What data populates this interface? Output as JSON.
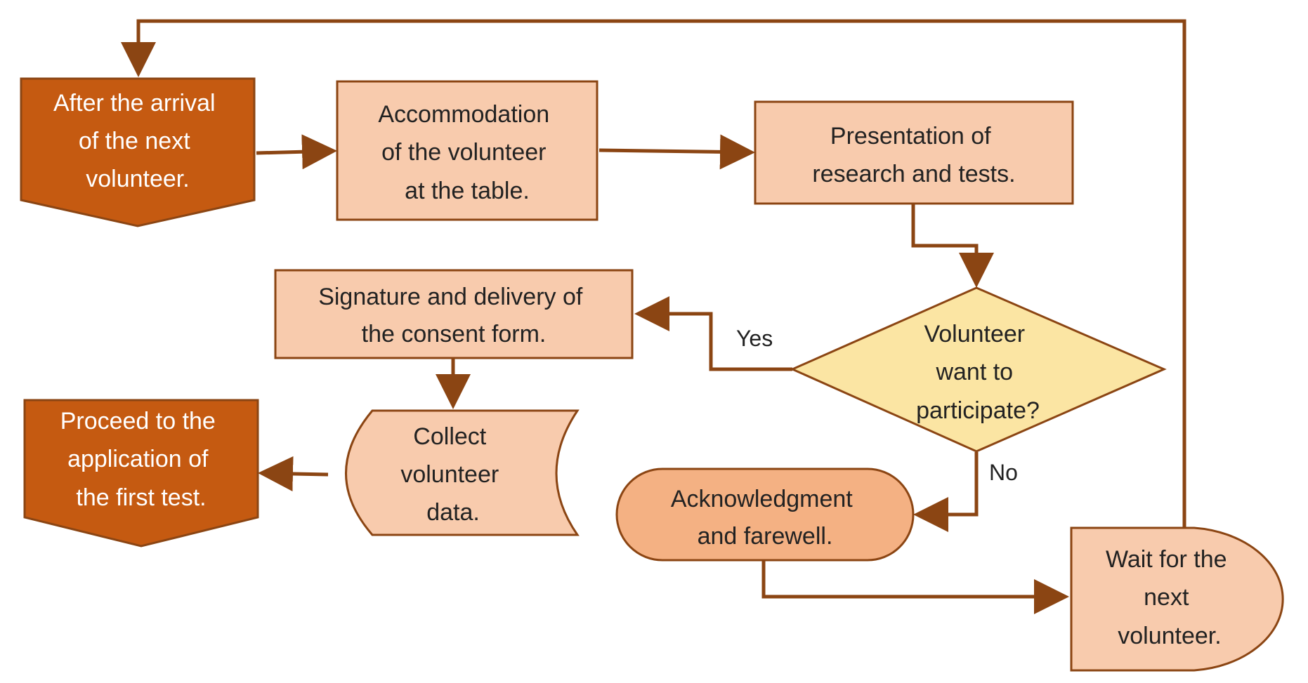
{
  "colors": {
    "dark_fill": "#c55a11",
    "light_fill": "#f8cbad",
    "medium_fill": "#f4b183",
    "decision_fill": "#fbe5a3",
    "stroke": "#8b4513",
    "arrow": "#8b4513",
    "dark_text": "#ffffff",
    "light_text": "#222222"
  },
  "nodes": {
    "arrival": {
      "lines": [
        "After the arrival",
        "of the next",
        "volunteer."
      ]
    },
    "accommodation": {
      "lines": [
        "Accommodation",
        "of the volunteer",
        "at the table."
      ]
    },
    "presentation": {
      "lines": [
        "Presentation of",
        "research and tests."
      ]
    },
    "decision": {
      "lines": [
        "Volunteer",
        "want to",
        "participate?"
      ]
    },
    "signature": {
      "lines": [
        "Signature and delivery of",
        "the consent form."
      ]
    },
    "collect": {
      "lines": [
        "Collect",
        "volunteer",
        "data."
      ]
    },
    "proceed": {
      "lines": [
        "Proceed to the",
        "application of",
        "the first test."
      ]
    },
    "acknowledgment": {
      "lines": [
        "Acknowledgment",
        "and farewell."
      ]
    },
    "wait": {
      "lines": [
        "Wait for the",
        "next",
        "volunteer."
      ]
    }
  },
  "edges": {
    "yes_label": "Yes",
    "no_label": "No"
  }
}
